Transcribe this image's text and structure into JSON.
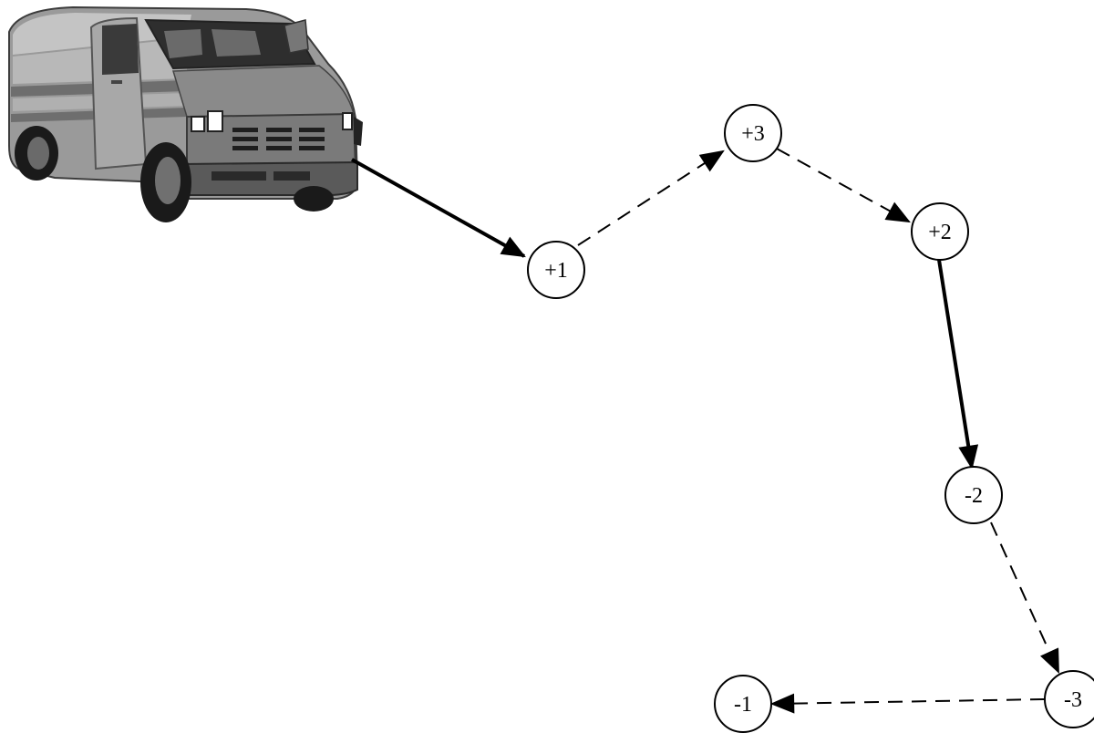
{
  "vehicle": {
    "icon": "delivery-van-icon"
  },
  "nodes": [
    {
      "id": "n1",
      "label": "+1"
    },
    {
      "id": "n3",
      "label": "+3"
    },
    {
      "id": "n2",
      "label": "+2"
    },
    {
      "id": "m2",
      "label": "-2"
    },
    {
      "id": "m3",
      "label": "-3"
    },
    {
      "id": "m1",
      "label": "-1"
    }
  ],
  "edges": [
    {
      "from": "van",
      "to": "n1",
      "style": "solid"
    },
    {
      "from": "n1",
      "to": "n3",
      "style": "dashed"
    },
    {
      "from": "n3",
      "to": "n2",
      "style": "dashed"
    },
    {
      "from": "n2",
      "to": "m2",
      "style": "solid"
    },
    {
      "from": "m2",
      "to": "m3",
      "style": "dashed"
    },
    {
      "from": "m3",
      "to": "m1",
      "style": "dashed"
    }
  ]
}
